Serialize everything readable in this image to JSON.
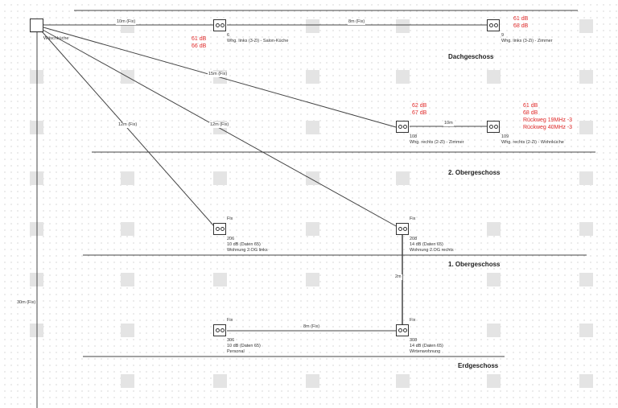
{
  "hub": {
    "label": "Wäschküche"
  },
  "cables": {
    "c1": "10m (Fix)",
    "c2": "8m (Fix)",
    "c3": "15m (Fix)",
    "c4": "12m (Fix)",
    "c5": "12m (Fix)",
    "c6": "10m",
    "c7": "2m",
    "c8": "8m (Fix)",
    "c9": "30m (Fix)"
  },
  "floors": {
    "f1": "Dachgeschoss",
    "f2": "2. Obergeschoss",
    "f3": "1. Obergeschoss",
    "f4": "Erdgeschoss"
  },
  "devices": {
    "d6": {
      "id": "6",
      "name": "Whg. links (3-Zi) - Salon-Küche",
      "r1": "61 dB",
      "r2": "66 dB"
    },
    "d9": {
      "id": "9",
      "name": "Whg. links (3-Zi) - Zimmer",
      "r1": "61 dB",
      "r2": "68 dB"
    },
    "d108": {
      "id": "108",
      "name": "Whg. rechts (2-Zi) - Zimmer",
      "r1": "62 dB",
      "r2": "67 dB"
    },
    "d109": {
      "id": "109",
      "name": "Whg. rechts (2-Zi) - Wohnküche",
      "r1": "61 dB",
      "r2": "68 dB",
      "r3": "Rückweg 19MHz   -3",
      "r4": "Rückweg 40MHz   -3"
    },
    "d206": {
      "fix": "Fix",
      "id": "206",
      "att": "10 dB (Daten 65)",
      "name": "Wohnung 2.OG links"
    },
    "d208": {
      "fix": "Fix",
      "id": "208",
      "att": "14 dB (Daten 65)",
      "name": "Wohnung 2.OG rechts"
    },
    "d306": {
      "fix": "Fix",
      "id": "306",
      "att": "10 dB (Daten 65)",
      "name": "Personal"
    },
    "d308": {
      "fix": "Fix",
      "id": "308",
      "att": "14 dB (Daten 65)",
      "name": "Wirtenwohnung"
    }
  }
}
